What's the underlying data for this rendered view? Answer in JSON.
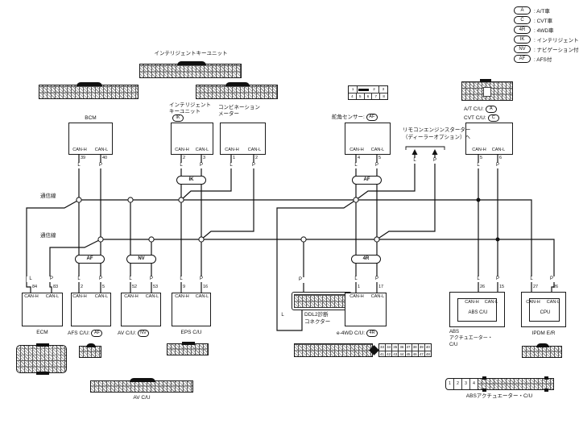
{
  "legend": {
    "items": [
      {
        "badge": "A",
        "label": ": A/T車"
      },
      {
        "badge": "C",
        "label": ": CVT車"
      },
      {
        "badge": "4R",
        "label": ": 4WD車"
      },
      {
        "badge": "IK",
        "label": ": インテリジェントキー付"
      },
      {
        "badge": "NV",
        "label": ": ナビゲーション付"
      },
      {
        "badge": "AF",
        "label": ": AFS付"
      }
    ]
  },
  "bus": {
    "comm_line_1": "通信線",
    "comm_line_2": "通信線"
  },
  "remote_starter": {
    "line1": "リモコンエンジンスターター",
    "line2": "（ディーラーオプション）へ",
    "wire_h": "L",
    "wire_l": "P"
  },
  "wire_ovals": {
    "ik": "IK",
    "af_top": "AF",
    "af_bottom": "AF",
    "nv": "NV",
    "r4": "4R"
  },
  "devices": {
    "bcm": {
      "title": "BCM",
      "can_h": "CAN-H",
      "can_l": "CAN-L",
      "pin_h": "39",
      "pin_l": "40",
      "wire_h": "L",
      "wire_l": "P"
    },
    "ik_unit": {
      "title_line1": "インテリジェント",
      "title_line2": "キーユニット",
      "badge": "IK",
      "can_h": "CAN-H",
      "can_l": "CAN-L",
      "pin_h": "2",
      "pin_l": "3",
      "wire_h": "L",
      "wire_l": "P"
    },
    "combi": {
      "title_line1": "コンビネーション",
      "title_line2": "メーター",
      "can_h": "CAN-H",
      "can_l": "CAN-L",
      "pin_h": "1",
      "pin_l": "2",
      "wire_h": "L",
      "wire_l": "P"
    },
    "steer": {
      "title": "舵角センサー:",
      "badge": "AF",
      "can_h": "CAN-H",
      "can_l": "CAN-L",
      "pin_h": "4",
      "pin_l": "5",
      "wire_h": "L",
      "wire_l": "P"
    },
    "atcvt": {
      "title_line1": "A/T C/U:",
      "badge1": "A",
      "title_line2": "CVT C/U:",
      "badge2": "C",
      "can_h": "CAN-H",
      "can_l": "CAN-L",
      "pin_h": "5",
      "pin_l": "6",
      "wire_h": "L",
      "wire_l": "P"
    },
    "ecm": {
      "title": "ECM",
      "can_h": "CAN-H",
      "can_l": "CAN-L",
      "pin_h": "84",
      "pin_l": "83",
      "wire_h": "L",
      "wire_l": "P"
    },
    "afs": {
      "title": "AFS C/U:",
      "badge": "AF",
      "can_h": "CAN-H",
      "can_l": "CAN-L",
      "pin_h": "2",
      "pin_l": "5",
      "wire_h": "L",
      "wire_l": "P"
    },
    "av": {
      "title": "AV C/U:",
      "badge": "NV",
      "can_h": "CAN-H",
      "can_l": "CAN-L",
      "pin_h": "52",
      "pin_l": "53",
      "wire_h": "L",
      "wire_l": "P"
    },
    "eps": {
      "title": "EPS C/U",
      "can_h": "CAN-H",
      "can_l": "CAN-L",
      "pin_h": "9",
      "pin_l": "16",
      "wire_h": "L",
      "wire_l": "P"
    },
    "ddl2": {
      "title_line1": "DDL2診断",
      "title_line2": "コネクター",
      "wire_h": "L",
      "wire_l": "P"
    },
    "e4wd": {
      "title": "e-4WD C/U:",
      "badge": "4R",
      "can_h": "CAN-H",
      "can_l": "CAN-L",
      "pin_h": "1",
      "pin_l": "17",
      "wire_h": "L",
      "wire_l": "P"
    },
    "abs": {
      "inner_title": "ABS C/U",
      "can_h": "CAN-H",
      "can_l": "CAN-L",
      "pin_h": "26",
      "pin_l": "15",
      "wire_h": "L",
      "wire_l": "P",
      "label_line1": "ABS",
      "label_line2": "アクチュエーター・",
      "label_line3": "C/U"
    },
    "ipdm": {
      "inner_title": "CPU",
      "can_h": "CAN-H",
      "can_l": "CAN-L",
      "pin_h": "27",
      "pin_l": "26",
      "wire_h": "L",
      "wire_l": "P",
      "label": "IPDM E/R"
    }
  },
  "connectors": {
    "ik_unit_label": "インテリジェントキーユニット",
    "av_label": "AV C/U",
    "abs_label": "ABSアクチュエーター・C/U",
    "steer_pins_top": [
      "1",
      "2",
      "3"
    ],
    "steer_pins_bottom": [
      "4",
      "5",
      "6",
      "7",
      "8"
    ],
    "e4wd_pins_top": [
      "33",
      "34",
      "35",
      "36",
      "37",
      "38",
      "39",
      "40"
    ],
    "e4wd_pins_bottom": [
      "41",
      "42",
      "43",
      "44",
      "45",
      "46",
      "47",
      "48"
    ],
    "abs_pins": [
      "1",
      "2",
      "3",
      "4"
    ]
  }
}
